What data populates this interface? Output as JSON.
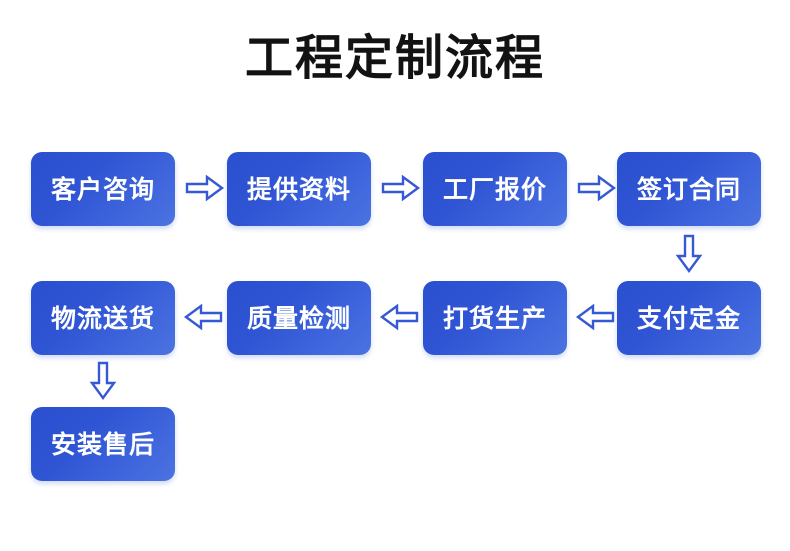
{
  "title": "工程定制流程",
  "theme": {
    "node_gradient_start": "#2a4fcf",
    "node_gradient_end": "#4b73e0",
    "node_text_color": "#ffffff",
    "arrow_color": "#3558d4",
    "title_color": "#121212",
    "background": "#ffffff"
  },
  "flow": {
    "row1": [
      {
        "id": "step-1",
        "label": "客户咨询"
      },
      {
        "id": "step-2",
        "label": "提供资料"
      },
      {
        "id": "step-3",
        "label": "工厂报价"
      },
      {
        "id": "step-4",
        "label": "签订合同"
      }
    ],
    "row2": [
      {
        "id": "step-8",
        "label": "物流送货"
      },
      {
        "id": "step-7",
        "label": "质量检测"
      },
      {
        "id": "step-6",
        "label": "打货生产"
      },
      {
        "id": "step-5",
        "label": "支付定金"
      }
    ],
    "row3": [
      {
        "id": "step-9",
        "label": "安装售后"
      }
    ],
    "connectors": [
      {
        "id": "arrow-1-2",
        "direction": "right",
        "glyph": "arrow-right-icon"
      },
      {
        "id": "arrow-2-3",
        "direction": "right",
        "glyph": "arrow-right-icon"
      },
      {
        "id": "arrow-3-4",
        "direction": "right",
        "glyph": "arrow-right-icon"
      },
      {
        "id": "arrow-4-5",
        "direction": "down",
        "glyph": "arrow-down-icon"
      },
      {
        "id": "arrow-5-6",
        "direction": "left",
        "glyph": "arrow-left-icon"
      },
      {
        "id": "arrow-6-7",
        "direction": "left",
        "glyph": "arrow-left-icon"
      },
      {
        "id": "arrow-7-8",
        "direction": "left",
        "glyph": "arrow-left-icon"
      },
      {
        "id": "arrow-8-9",
        "direction": "down",
        "glyph": "arrow-down-icon"
      }
    ]
  }
}
